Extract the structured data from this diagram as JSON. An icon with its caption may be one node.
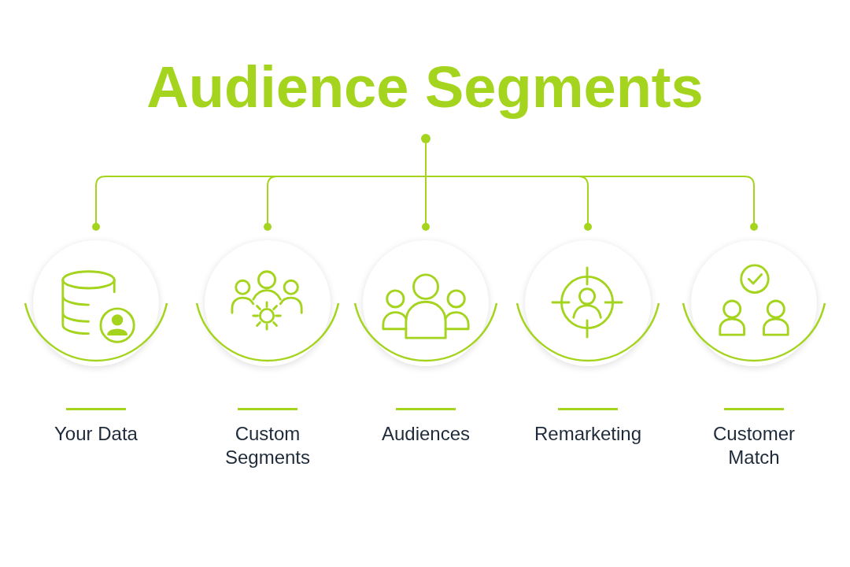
{
  "diagram": {
    "title": "Audience Segments",
    "nodes": [
      {
        "text": [],
        "shape": "circle"
      },
      {
        "text": [
          "Your Data"
        ]
      },
      {
        "text": [
          "Custom Segments"
        ]
      },
      {
        "text": [
          "Audiences"
        ]
      },
      {
        "text": [
          "Remarketing"
        ]
      },
      {
        "text": [
          "Customer Match"
        ]
      }
    ],
    "edges": [
      {
        "from": 0,
        "to": 1,
        "arrow": "other"
      },
      {
        "from": 0,
        "to": 2,
        "arrow": "other"
      },
      {
        "from": 0,
        "to": 3,
        "arrow": "other"
      },
      {
        "from": 0,
        "to": 4,
        "arrow": "other"
      },
      {
        "from": 0,
        "to": 5,
        "arrow": "other"
      }
    ]
  }
}
